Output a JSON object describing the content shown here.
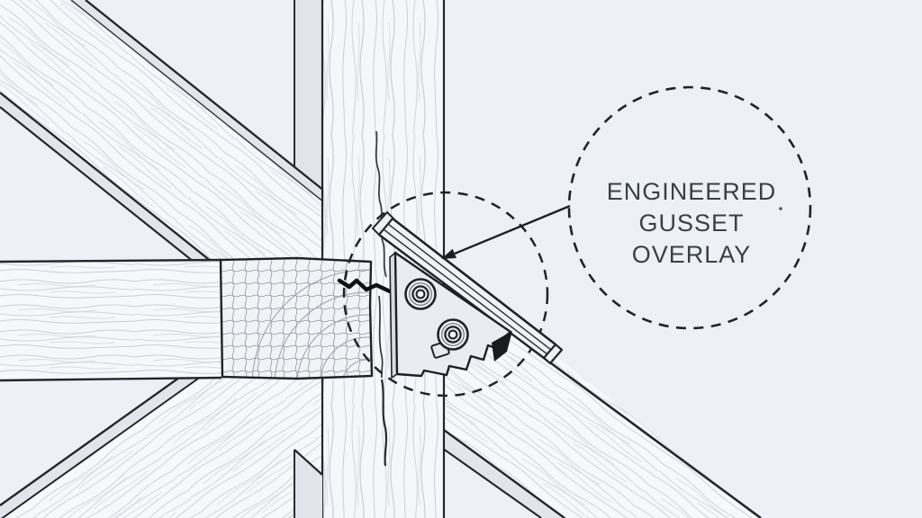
{
  "figure": {
    "description_domain": "truss-joint-illustration",
    "callout": {
      "line1": "ENGINEERED",
      "line2": "GUSSET",
      "line3": "OVERLAY"
    },
    "parts": {
      "gusset_plate": "triangular-gusset-plate",
      "overlay_flange": "diagonal-overlay-flange",
      "fastener_count": 2,
      "members": [
        "upper-left-diagonal-beam",
        "lower-left-diagonal-beam",
        "horizontal-beam",
        "vertical-post",
        "lower-right-diagonal-beam"
      ],
      "damage": [
        "post-crack-upper",
        "joint-crack-bold",
        "post-crack-lower",
        "beam-end-grain"
      ]
    },
    "colors": {
      "background": "#edf1f7",
      "line": "#23262b",
      "wood_face": "#f6f8fb",
      "wood_side": "#e1e5eb",
      "plate_fill": "#e9ecf0",
      "grain": "#c9ced6",
      "end_grain_stroke": "#9ba1ab",
      "callout_text": "#3a4048",
      "shadow_wedge": "#191b1f"
    }
  }
}
